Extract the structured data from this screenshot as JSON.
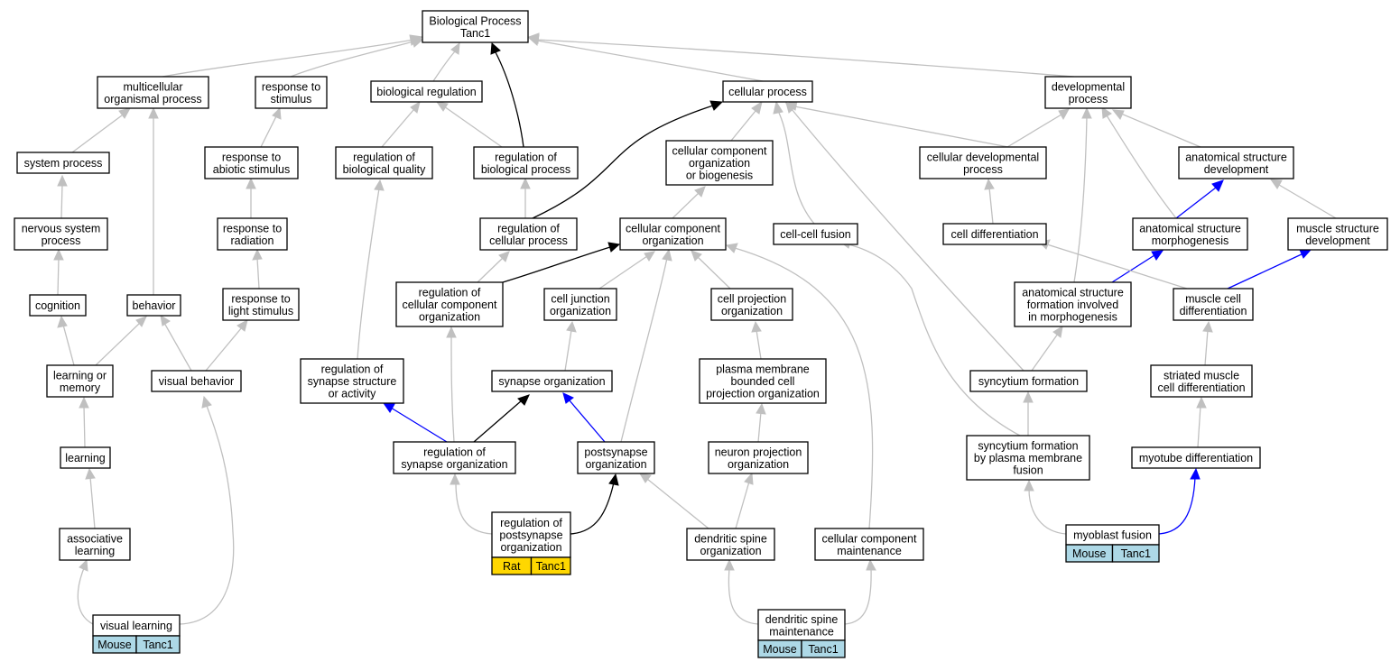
{
  "diagram": {
    "colors": {
      "gray_edge": "#c0c0c0",
      "black_edge": "#000000",
      "blue_edge": "#0000ff",
      "mouse_tag": "#add8e6",
      "rat_tag": "#ffd700"
    },
    "nodes": {
      "root": [
        "Biological Process",
        "Tanc1"
      ],
      "multicellular": [
        "multicellular",
        "organismal process"
      ],
      "response_stimulus": [
        "response to",
        "stimulus"
      ],
      "bio_regulation": [
        "biological regulation"
      ],
      "cellular_process": [
        "cellular process"
      ],
      "developmental": [
        "developmental",
        "process"
      ],
      "system_process": [
        "system process"
      ],
      "resp_abiotic": [
        "response to",
        "abiotic stimulus"
      ],
      "reg_bio_quality": [
        "regulation of",
        "biological quality"
      ],
      "reg_bio_process": [
        "regulation of",
        "biological process"
      ],
      "cc_org_biogenesis": [
        "cellular component",
        "organization",
        "or biogenesis"
      ],
      "cell_dev_process": [
        "cellular developmental",
        "process"
      ],
      "anat_struct_dev": [
        "anatomical structure",
        "development"
      ],
      "nervous_system": [
        "nervous system",
        "process"
      ],
      "resp_radiation": [
        "response to",
        "radiation"
      ],
      "reg_cell_process": [
        "regulation of",
        "cellular process"
      ],
      "cc_org": [
        "cellular component",
        "organization"
      ],
      "cell_cell_fusion": [
        "cell-cell fusion"
      ],
      "cell_diff": [
        "cell differentiation"
      ],
      "anat_morph": [
        "anatomical structure",
        "morphogenesis"
      ],
      "muscle_struct_dev": [
        "muscle structure",
        "development"
      ],
      "cognition": [
        "cognition"
      ],
      "behavior": [
        "behavior"
      ],
      "resp_light": [
        "response to",
        "light stimulus"
      ],
      "reg_cc_org": [
        "regulation of",
        "cellular component",
        "organization"
      ],
      "cell_junction": [
        "cell junction",
        "organization"
      ],
      "cell_projection": [
        "cell projection",
        "organization"
      ],
      "anat_formation": [
        "anatomical structure",
        "formation involved",
        "in morphogenesis"
      ],
      "muscle_cell_diff": [
        "muscle cell",
        "differentiation"
      ],
      "learning_memory": [
        "learning or",
        "memory"
      ],
      "visual_behavior": [
        "visual behavior"
      ],
      "reg_synapse_struct": [
        "regulation of",
        "synapse structure",
        "or activity"
      ],
      "synapse_org": [
        "synapse organization"
      ],
      "plasma_membrane": [
        "plasma membrane",
        "bounded cell",
        "projection organization"
      ],
      "syncytium_formation": [
        "syncytium formation"
      ],
      "striated_muscle": [
        "striated muscle",
        "cell differentiation"
      ],
      "learning": [
        "learning"
      ],
      "reg_synapse_org": [
        "regulation of",
        "synapse organization"
      ],
      "postsynapse_org": [
        "postsynapse",
        "organization"
      ],
      "neuron_projection": [
        "neuron projection",
        "organization"
      ],
      "syncytium_plasma": [
        "syncytium formation",
        "by plasma membrane",
        "fusion"
      ],
      "myotube_diff": [
        "myotube differentiation"
      ],
      "associative": [
        "associative",
        "learning"
      ],
      "reg_postsynapse": [
        "regulation of",
        "postsynapse",
        "organization"
      ],
      "dendritic_spine_org": [
        "dendritic spine",
        "organization"
      ],
      "cc_maintenance": [
        "cellular component",
        "maintenance"
      ],
      "myoblast_fusion": [
        "myoblast fusion"
      ],
      "visual_learning": [
        "visual learning"
      ],
      "dendritic_spine_maint": [
        "dendritic spine",
        "maintenance"
      ]
    },
    "annotations": {
      "reg_postsynapse": {
        "species": "Rat",
        "gene": "Tanc1",
        "color": "#ffd700"
      },
      "myoblast_fusion": {
        "species": "Mouse",
        "gene": "Tanc1",
        "color": "#add8e6"
      },
      "visual_learning": {
        "species": "Mouse",
        "gene": "Tanc1",
        "color": "#add8e6"
      },
      "dendritic_spine_maint": {
        "species": "Mouse",
        "gene": "Tanc1",
        "color": "#add8e6"
      }
    }
  }
}
